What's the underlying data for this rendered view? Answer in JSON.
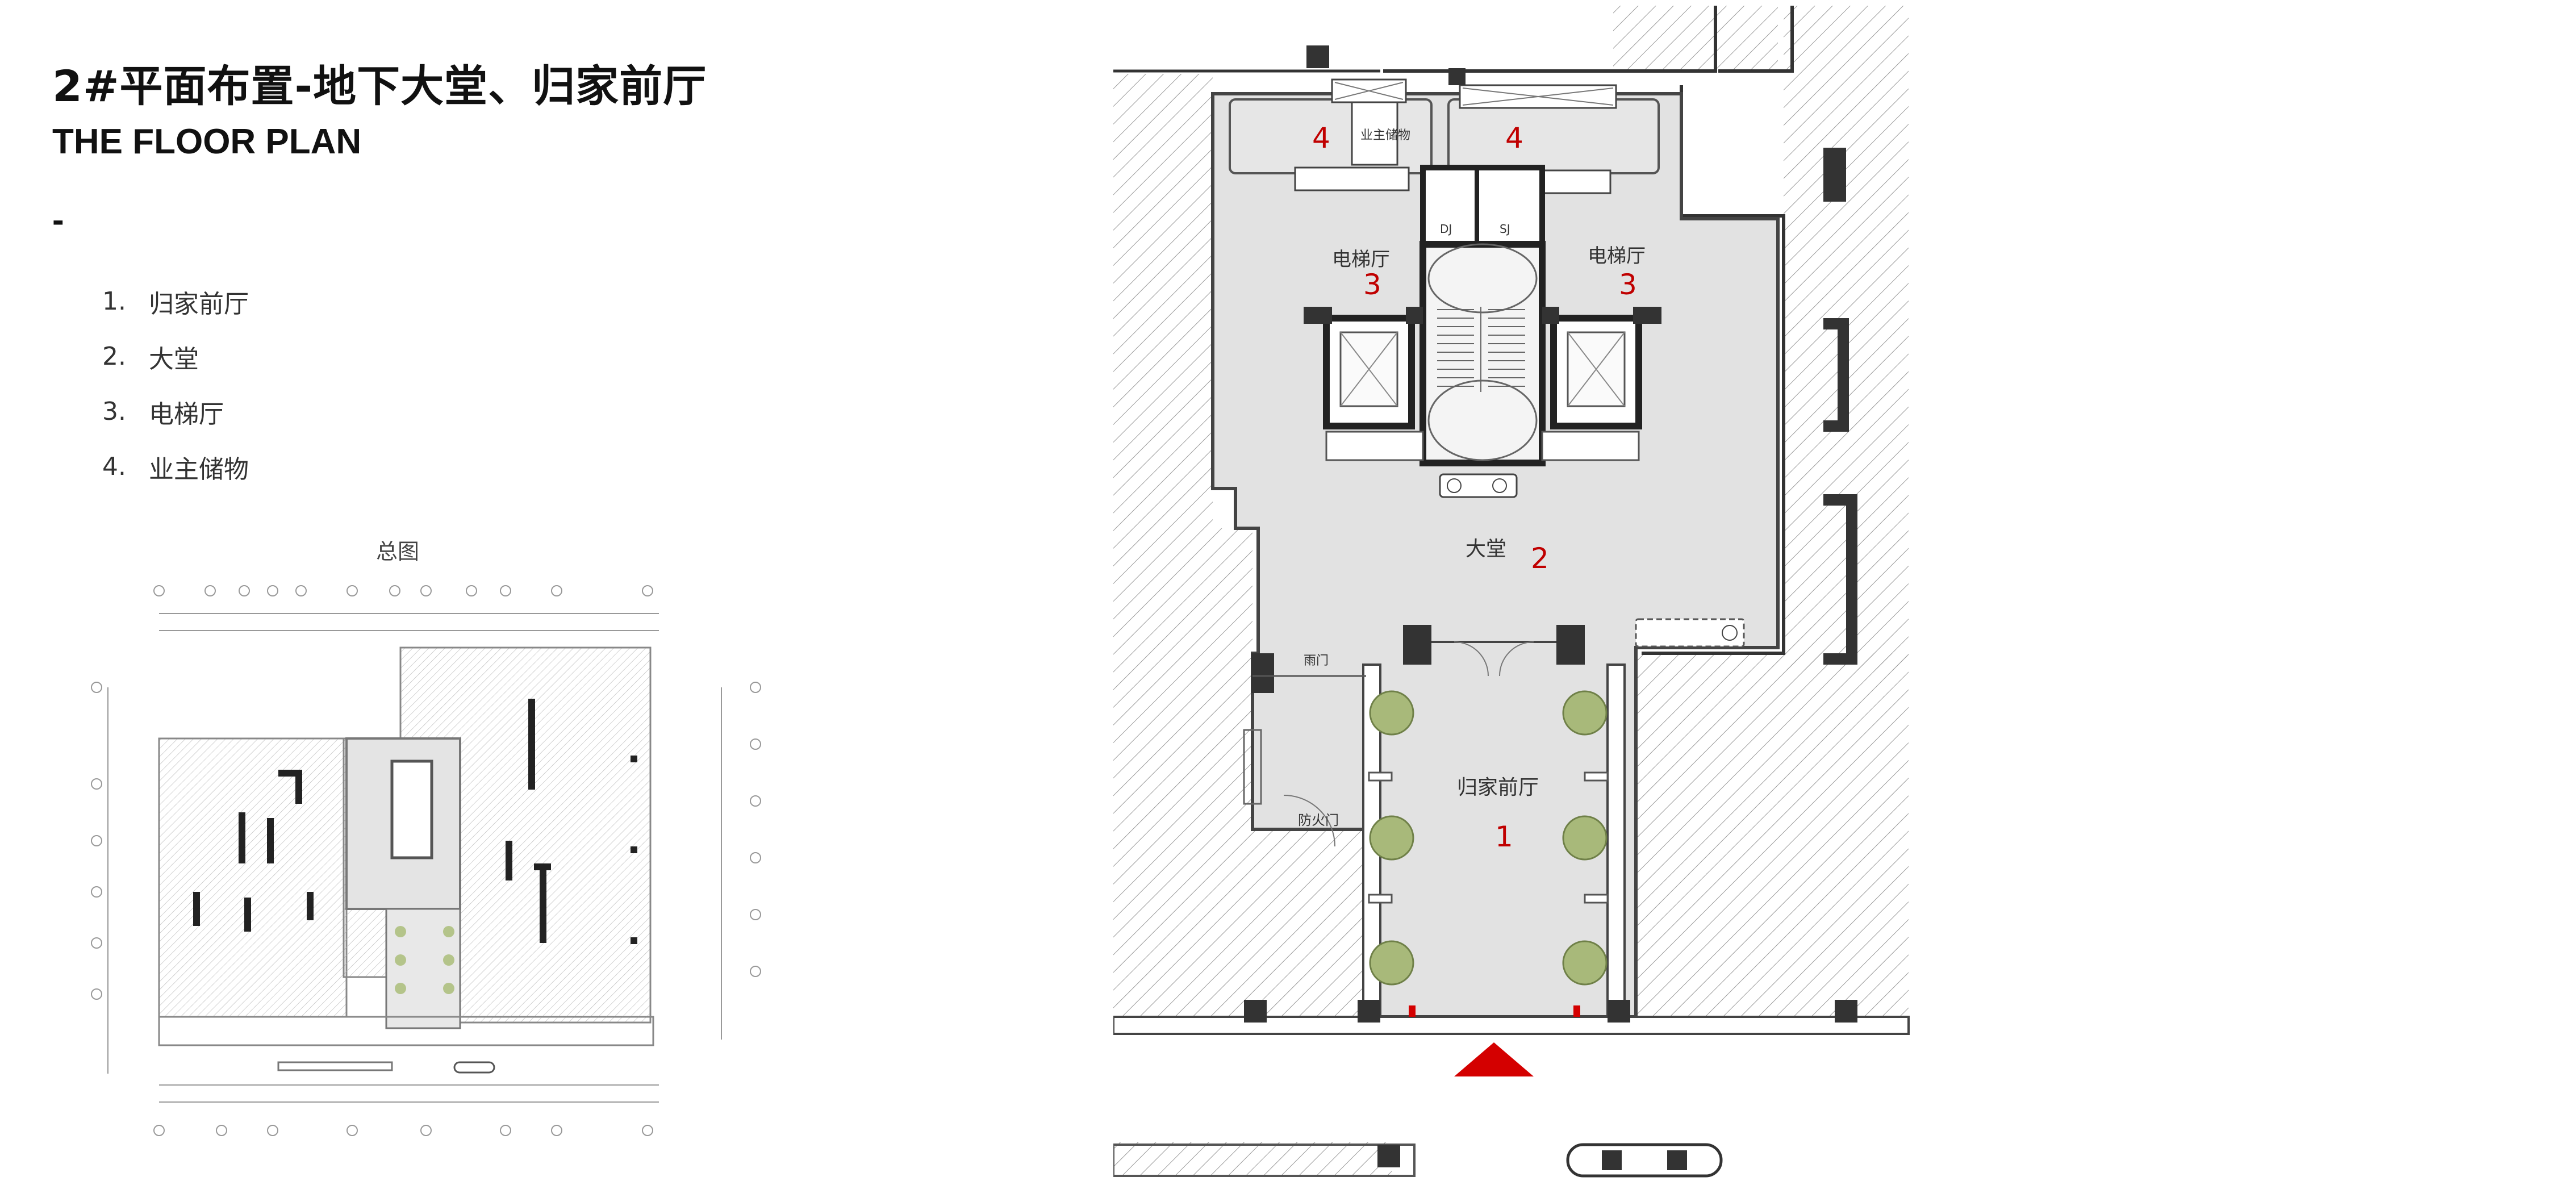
{
  "header": {
    "title_cn": "2#平面布置-地下大堂、归家前厅",
    "title_en": "THE FLOOR PLAN",
    "dash": "-"
  },
  "legend": [
    {
      "num": "1.",
      "label": "归家前厅"
    },
    {
      "num": "2.",
      "label": "大堂"
    },
    {
      "num": "3.",
      "label": "电梯厅"
    },
    {
      "num": "4.",
      "label": "业主储物"
    }
  ],
  "overview": {
    "label": "总图"
  },
  "plan": {
    "room_labels": {
      "storage_left": "业主储物",
      "elevator_hall_left": "电梯厅",
      "elevator_hall_right": "电梯厅",
      "lobby": "大堂",
      "front_hall": "归家前厅",
      "fire_door": "防火门",
      "door": "雨门",
      "shaft_dj": "DJ",
      "shaft_sj": "SJ"
    },
    "numbers": {
      "storage_left": "4",
      "storage_right": "4",
      "elevator_left": "3",
      "elevator_right": "3",
      "lobby": "2",
      "front_hall": "1"
    },
    "colors": {
      "floor": "#e2e2e2",
      "wall": "#333333",
      "hatch": "#9a9a9a",
      "number_red": "#c00000",
      "arrow_red": "#d40000",
      "plant": "#a8b97a"
    }
  }
}
